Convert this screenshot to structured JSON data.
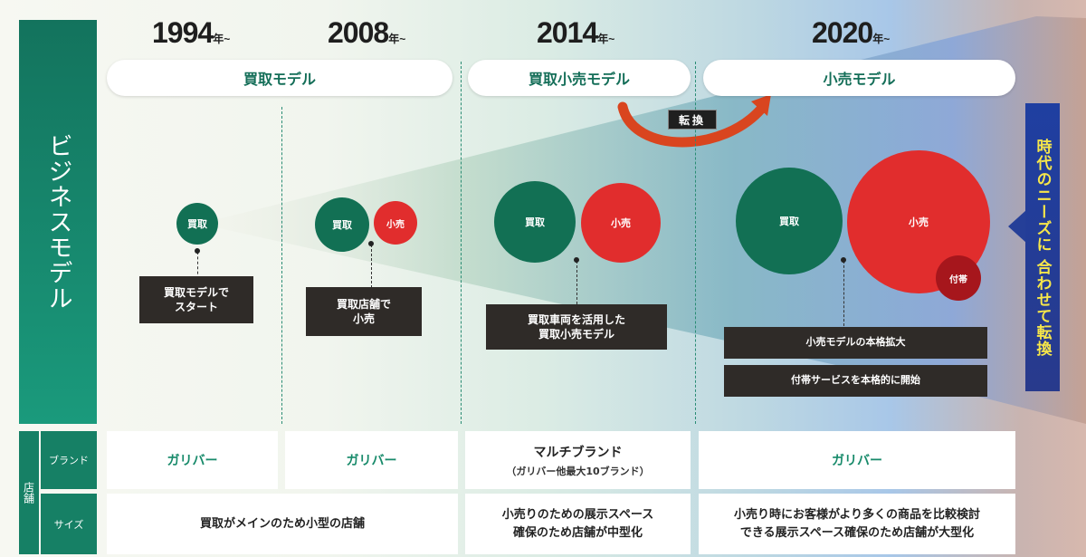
{
  "sidebar": {
    "business_model": "ビジネスモデル",
    "store": "店舗",
    "brand": "ブランド",
    "size": "サイズ"
  },
  "periods": [
    {
      "year": "1994",
      "suffix": "年~"
    },
    {
      "year": "2008",
      "suffix": "年~"
    },
    {
      "year": "2014",
      "suffix": "年~"
    },
    {
      "year": "2020",
      "suffix": "年~"
    }
  ],
  "models": {
    "buy": "買取モデル",
    "buy_retail": "買取小売モデル",
    "retail": "小売モデル"
  },
  "convert": "転換",
  "circles": {
    "buy": "買取",
    "retail": "小売",
    "ancillary": "付帯"
  },
  "notes": {
    "n1": "買取モデルで\nスタート",
    "n2": "買取店舗で\n小売",
    "n3": "買取車両を活用した\n買取小売モデル",
    "n4a": "小売モデルの本格拡大",
    "n4b": "付帯サービスを本格的に開始"
  },
  "needs": "時代のニーズに 合わせて転換",
  "store_brand": {
    "b1": "ガリバー",
    "b2": "ガリバー",
    "b3_main": "マルチブランド",
    "b3_sub": "（ガリバー他最大10ブランド）",
    "b4": "ガリバー"
  },
  "store_size": {
    "s1": "買取がメインのため小型の店舗",
    "s2": "小売りのための展示スペース\n確保のため店舗が中型化",
    "s3": "小売り時にお客様がより多くの商品を比較検討\nできる展示スペース確保のため店舗が大型化"
  },
  "colors": {
    "green": "#127054",
    "red": "#e12d2d",
    "dark_red": "#a6161c",
    "navy": "#253f98",
    "yellow": "#f6e64a"
  }
}
